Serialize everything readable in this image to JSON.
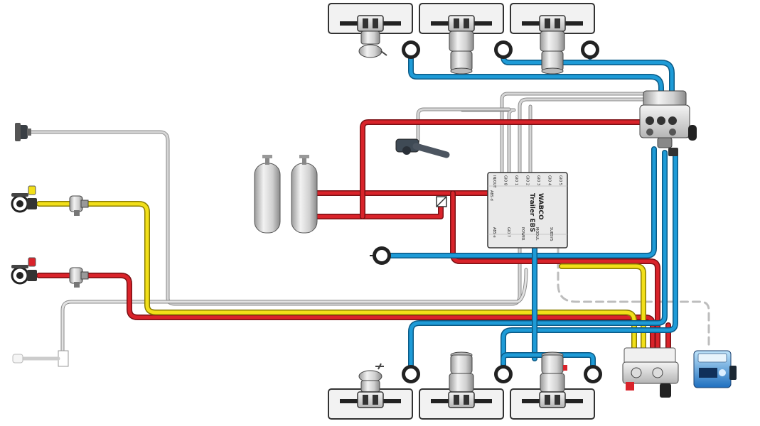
{
  "colors": {
    "supply_red": "#d9232a",
    "delivery_blue": "#1e9bd7",
    "control_yellow": "#f2df19",
    "electric_gray": "#cfcfcf",
    "component_silver": "#e6e6e6",
    "outline": "#444444"
  },
  "ecu": {
    "brand_line1": "WABCO",
    "brand_line2": "Trailer EBS",
    "top_ports": [
      "IN/OUT",
      "GIO 8",
      "GIO 1",
      "GIO 2",
      "GIO 3",
      "GIO 4",
      "GIO 5"
    ],
    "bottom_ports": [
      "ABS e",
      "GIO 7",
      "POWER",
      "MODUL",
      "SUBSYS"
    ],
    "side_ports": [
      "ABS d"
    ]
  },
  "icons": [
    "wheel-brake-icon",
    "brake-chamber-icon",
    "spring-brake-chamber-icon",
    "wheel-speed-sensor-icon",
    "air-reservoir-icon",
    "relay-valve-icon",
    "modulator-valve-icon",
    "coupling-head-icon",
    "line-filter-icon",
    "electrical-connector-icon",
    "display-unit-icon",
    "height-sensor-icon"
  ]
}
